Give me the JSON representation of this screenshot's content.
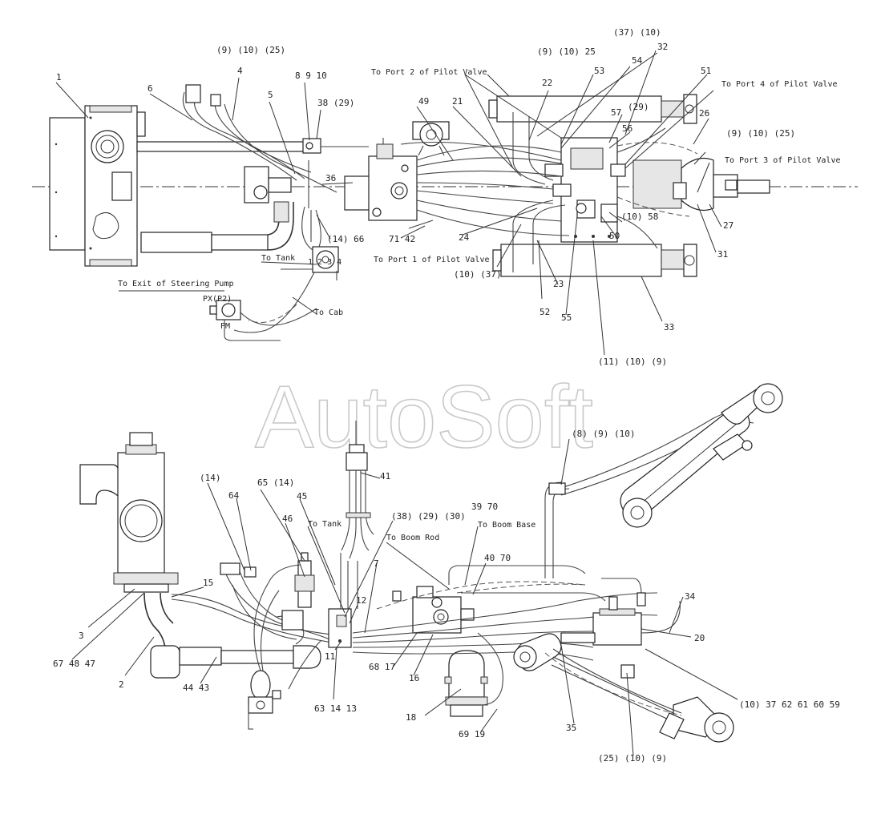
{
  "watermark": "AutoSoft",
  "part_numbers": [
    "1",
    "2",
    "3",
    "4",
    "5",
    "6",
    "7",
    "8",
    "9",
    "10",
    "11",
    "12",
    "13",
    "14",
    "15",
    "16",
    "17",
    "18",
    "19",
    "20",
    "21",
    "22",
    "23",
    "24",
    "25",
    "26",
    "27",
    "31",
    "32",
    "33",
    "34",
    "35",
    "36",
    "38",
    "39",
    "40",
    "41",
    "42",
    "43",
    "44",
    "45",
    "46",
    "47",
    "48",
    "49",
    "50",
    "51",
    "52",
    "53",
    "54",
    "55",
    "56",
    "57",
    "58",
    "60",
    "61",
    "62",
    "63",
    "64",
    "65",
    "66",
    "67",
    "68",
    "69",
    "70",
    "71"
  ],
  "labels": {
    "top": {
      "g_9_10_25_a": "(9) (10) (25)",
      "n_6": "6",
      "n_4": "4",
      "n_1": "1",
      "n_5": "5",
      "g_8_9_10": "8 9 10",
      "g_38_29": "38 (29)",
      "n_36": "36",
      "g_14_66": "(14) 66",
      "to_tank_1": "To Tank",
      "port_1": "To Port 1 of Pilot Valve",
      "port_2": "To Port 2 of Pilot Valve",
      "port_3": "To Port 3 of Pilot Valve",
      "port_4": "To Port 4 of Pilot Valve",
      "steer_exit": "To Exit of Steering Pump",
      "to_cab": "To Cab",
      "px_p2": "PX(P2)",
      "pm": "PM",
      "g_9_10_25_b": "(9) (10) 25",
      "g_37_10_a": "(37) (10)",
      "n_22": "22",
      "n_53": "53",
      "n_54": "54",
      "n_49": "49",
      "n_21": "21",
      "n_32": "32",
      "n_51": "51",
      "g_29": "(29)",
      "n_57": "57",
      "n_56": "56",
      "n_26": "26",
      "g_9_10_25_c": "(9) (10) (25)",
      "n_24": "24",
      "g_71_42": "71 42",
      "g_10_58": "(10) 58",
      "n_50": "50",
      "n_27": "27",
      "n_31": "31",
      "g_10_37": "(10) (37)",
      "n_23": "23",
      "n_52": "52",
      "n_55": "55",
      "n_33": "33",
      "g_11_10_9": "(11) (10) (9)",
      "port_pins": "1 2 3 4"
    },
    "bottom": {
      "g_8_9_10": "(8) (9) (10)",
      "n_41": "41",
      "g_14": "(14)",
      "n_64": "64",
      "g_65_14": "65 (14)",
      "n_45": "45",
      "n_46": "46",
      "to_tank_2": "To Tank",
      "g_38_29_30": "(38) (29) (30)",
      "g_39_70": "39 70",
      "to_boom_base": "To Boom Base",
      "to_boom_rod": "To Boom Rod",
      "n_7": "7",
      "g_40_70": "40 70",
      "n_15": "15",
      "n_12": "12",
      "n_3": "3",
      "n_11": "11",
      "n_34": "34",
      "n_20": "20",
      "g_67_48_47": "67 48 47",
      "n_2": "2",
      "g_68_17": "68 17",
      "n_16": "16",
      "g_44_43": "44 43",
      "g_63_14_13": "63 14 13",
      "n_18": "18",
      "g_69_19": "69 19",
      "n_35": "35",
      "g_10_37_62_61_60_59": "(10) 37 62 61 60 59",
      "g_25_10_9": "(25) (10) (9)"
    }
  }
}
